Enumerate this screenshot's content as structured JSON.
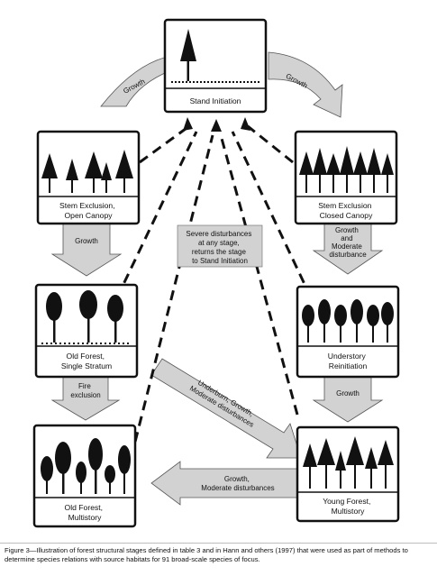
{
  "diagram": {
    "stages": {
      "stand_initiation": [
        "Stand Initiation"
      ],
      "stem_exclusion_open": [
        "Stem Exclusion,",
        "Open Canopy"
      ],
      "stem_exclusion_closed": [
        "Stem Exclusion",
        "Closed Canopy"
      ],
      "old_forest_single": [
        "Old Forest,",
        "Single Stratum"
      ],
      "understory_reinitiation": [
        "Understory",
        "Reinitiation"
      ],
      "old_forest_multi": [
        "Old Forest,",
        "Multistory"
      ],
      "young_forest_multi": [
        "Young Forest,",
        "Multistory"
      ]
    },
    "arrows": {
      "growth_top_left": [
        "Growth"
      ],
      "growth_top_right": [
        "Growth"
      ],
      "growth_left": [
        "Growth"
      ],
      "growth_right": [
        "Growth",
        "and",
        "Moderate",
        "disturbance"
      ],
      "fire_exclusion": [
        "Fire",
        "exclusion"
      ],
      "understory_growth": [
        "Growth"
      ],
      "underburn": [
        "Underburn, Growth,",
        "Moderate disturbances"
      ],
      "bottom": [
        "Growth,",
        "Moderate disturbances"
      ]
    },
    "center_note": [
      "Severe disturbances",
      "at any stage,",
      "returns the stage",
      "to Stand Initiation"
    ]
  },
  "caption": "Figure 3—Illustration of forest structural stages defined in table 3 and in Hann and others (1997) that were used as part of methods to determine species relations with source habitats for 91 broad-scale species of focus."
}
